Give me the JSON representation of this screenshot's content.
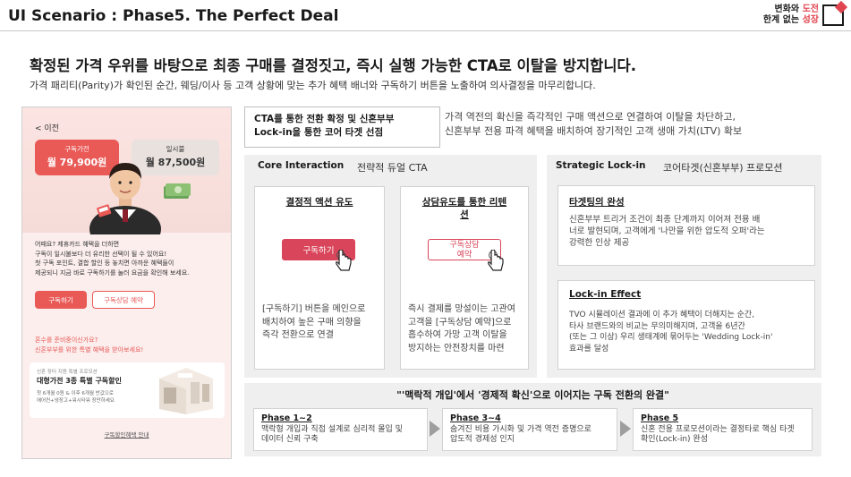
{
  "header": {
    "title": "UI Scenario : Phase5. The Perfect Deal",
    "logo_line1_a": "변화와 ",
    "logo_line1_b": "도전",
    "logo_line2_a": "한계 없는 ",
    "logo_line2_b": "성장"
  },
  "main": {
    "title": "확정된 가격 우위를 바탕으로 최종 구매를 결정짓고, 즉시 실행 가능한 CTA로 이탈을 방지합니다.",
    "subtitle": "가격 패리티(Parity)가 확인된 순간, 웨딩/이사 등 고객 상황에 맞는 추가 혜택 배너와 구독하기 버튼을 노출하여 의사결정을 마무리합니다."
  },
  "phone": {
    "back": "< 이전",
    "card_sub_label": "구독가전",
    "card_sub_value": "월 79,900원",
    "card_lump_label": "일시불",
    "card_lump_value": "월 87,500원",
    "msg_line1": "어때요? 제휴카드 혜택을 더하면",
    "msg_line2": "구독이 일시불보다 더 유리한 선택이 될 수 있어요!",
    "msg_line3": "첫 구독 포인트, 결합 할인 등 놓치면 아까운 혜택들이",
    "msg_line4": "제공되니 지금 바로 구독하기를 눌러 요금을 확인해 보세요.",
    "btn_subscribe": "구독하기",
    "btn_consult": "구독상담 예약",
    "newlywed_line1": "혼수를 준비중이신가요?",
    "newlywed_line2": "신혼부부를 위한 특별 혜택을 받아보세요!",
    "banner_small": "신혼 장터 지원 특별 프로모션",
    "banner_title": "대형가전 3종 특별 구독할인",
    "banner_desc1": "첫 6개월 0원 & 이후 6개월 반값으로",
    "banner_desc2": "에어컨+냉장고+워시타워 장만하세요",
    "footer_link": "구독할인혜택 안내"
  },
  "callout": {
    "title_line1": "CTA를 통한 전환 확정 및 신혼부부",
    "title_line2": "Lock-in을 통한 코어 타겟 선점",
    "desc_line1": "가격 역전의 확신을 즉각적인 구매 액션으로 연결하여 이탈을 차단하고,",
    "desc_line2": "신혼부부 전용 파격 혜택을 배치하여 장기적인 고객 생애 가치(LTV) 확보"
  },
  "core": {
    "head": "Core Interaction",
    "head_desc": "전략적 듀얼 CTA",
    "box1_title": "결정적 액션 유도",
    "box1_btn": "구독하기",
    "box1_text1": "[구독하기] 버튼을 메인으로",
    "box1_text2": "배치하여 높은 구매 의향을",
    "box1_text3": "즉각 전환으로 연결",
    "box2_title_line1": "상담유도를 통한 리텐",
    "box2_title_line2": "션",
    "box2_btn_line1": "구독상담",
    "box2_btn_line2": "예약",
    "box2_text1": "즉시 결제를 망설이는 고관여",
    "box2_text2": "고객을 [구독상담 예약]으로",
    "box2_text3": "흡수하여 가망 고객 이탈을",
    "box2_text4": "방지하는 안전장치를 마련"
  },
  "strategic": {
    "head": "Strategic Lock-in",
    "head_desc": "코어타겟(신혼부부) 프로모션",
    "box1_title": "타겟팅의 완성",
    "box1_text1": "신혼부부 트리거 조건이 최종 단계까지 이어져 전용 배",
    "box1_text2": "너로 발현되며, 고객에게 '나만을 위한 압도적 오퍼'라는",
    "box1_text3": "강력한 인상 제공",
    "box2_title": "Lock-in Effect",
    "box2_text1": "TVO 시뮬레이션 결과에 이 추가 혜택이 더해지는 순간,",
    "box2_text2": "타사 브랜드와의 비교는 무의미해지며, 고객을 6년간",
    "box2_text3": "(또는 그 이상) 우리 생태계에 묶어두는 'Wedding Lock-in'",
    "box2_text4": "효과를 달성"
  },
  "flow": {
    "title": "\"'맥락적 개입'에서 '경제적 확신'으로 이어지는 구독 전환의 완결\"",
    "p1_title": "Phase 1~2",
    "p1_text1": "맥락형 개입과 직접 설계로 심리적 몰입 및",
    "p1_text2": "데이터 신뢰 구축",
    "p2_title": "Phase 3~4",
    "p2_text1": "숨겨진 비용 가시화 및 가격 역전 증명으로",
    "p2_text2": "압도적 경제성 인지",
    "p3_title": "Phase 5",
    "p3_text1": "신혼 전용 프로모션이라는 결정타로 핵심 타겟",
    "p3_text2": "확인(Lock-in) 완성"
  },
  "colors": {
    "accent_red": "#e95a57",
    "cta_red": "#d9455a",
    "panel_grey": "#efefef"
  }
}
